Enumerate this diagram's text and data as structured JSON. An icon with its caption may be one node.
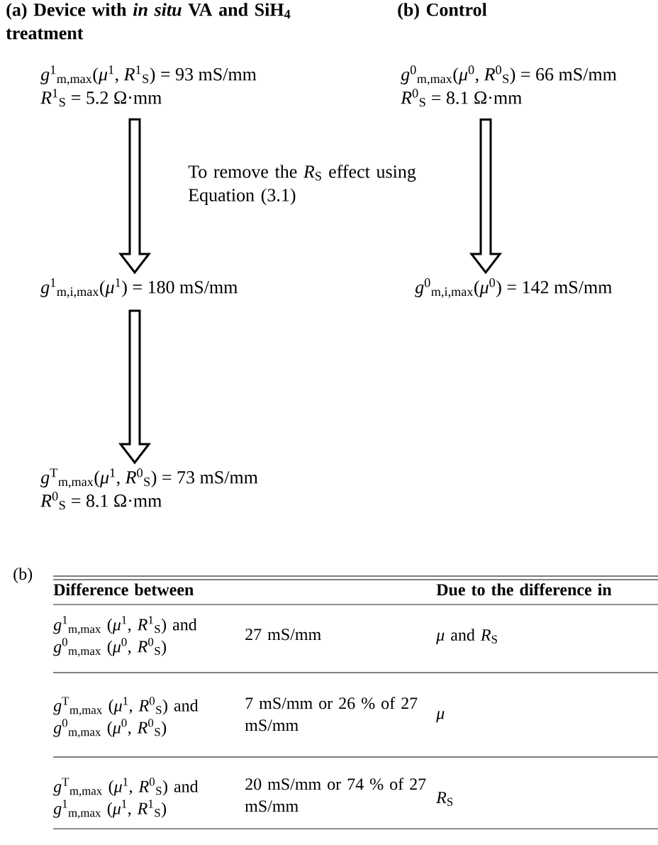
{
  "diagram": {
    "nodes": [
      {
        "text": [
          "*g*$^{1}$$_{m,max}$(*μ*$^{1}$, *R*$^{1}$$_{S}$) = 93 mS/mm",
          "*R*$^{1}$$_{S}$ = 5.2 Ω·mm"
        ]
      },
      {
        "text": [
          "*g*$^{0}$$_{m,max}$(*μ*$^{0}$, *R*$^{0}$$_{S}$) = 66 mS/mm",
          "*R*$^{0}$$_{S}$ = 8.1 Ω·mm"
        ]
      },
      {
        "text": [
          "*g*$^{1}$$_{m,i,max}$(*μ*$^{1}$) = 180 mS/mm"
        ]
      },
      {
        "text": [
          "*g*$^{0}$$_{m,i,max}$(*μ*$^{0}$) = 142 mS/mm"
        ]
      },
      {
        "text": [
          "*g*$^{T}$$_{m,max}$(*μ*$^{1}$, *R*$^{0}$$_{S}$) = 73 mS/mm",
          "*R*$^{0}$$_{S}$ = 8.1 Ω·mm"
        ]
      }
    ],
    "edges": [
      {
        "from": 0,
        "to": 2,
        "arrow": "to"
      },
      {
        "from": 1,
        "to": 3,
        "arrow": "to"
      },
      {
        "from": 2,
        "to": 4,
        "arrow": "to"
      }
    ],
    "labels": [
      "(a) Device with *in situ* VA and SiH$_{4}$ treatment",
      "(b) Control",
      "To remove the *R*$_{S}$ effect using Equation (3.1)",
      "(b)",
      "Difference between",
      "Due to the difference in",
      "*g*$^{1}$$_{m,max}$ (*μ*$^{1}$, *R*$^{1}$$_{S}$) and *g*$^{0}$$_{m,max}$ (*μ*$^{0}$, *R*$^{0}$$_{S}$)",
      "27 mS/mm",
      "*μ* and *R*$_{S}$",
      "*g*$^{T}$$_{m,max}$ (*μ*$^{1}$, *R*$^{0}$$_{S}$) and *g*$^{0}$$_{m,max}$ (*μ*$^{0}$, *R*$^{0}$$_{S}$)",
      "7 mS/mm or 26 % of 27 mS/mm",
      "μ",
      "*g*$^{T}$$_{m,max}$ (*μ*$^{1}$, *R*$^{0}$$_{S}$) and *g*$^{1}$$_{m,max}$ (*μ*$^{1}$, *R*$^{1}$$_{S}$)",
      "20 mS/mm or 74 % of 27 mS/mm",
      "*R*$_{S}$"
    ]
  }
}
